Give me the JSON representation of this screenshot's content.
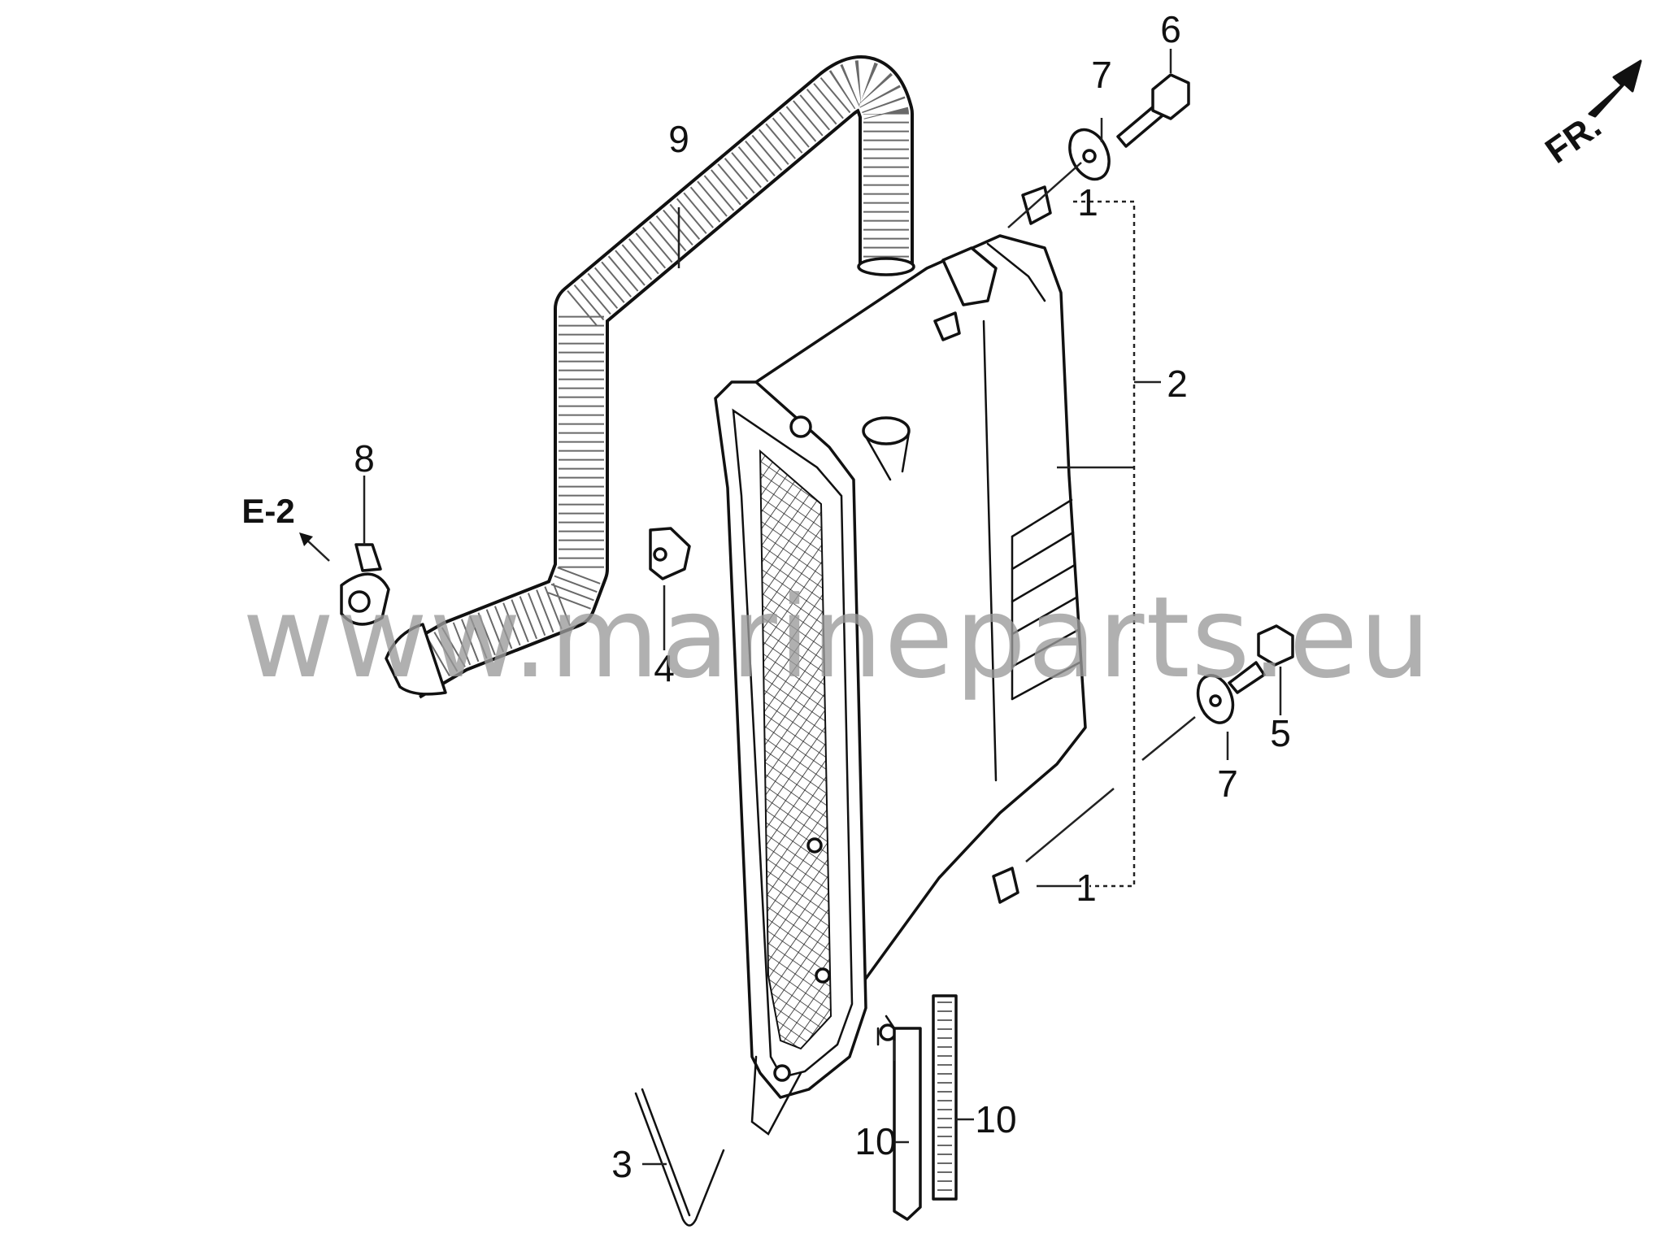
{
  "diagram": {
    "callouts": {
      "p1_top": "1",
      "p1_bottom": "1",
      "p2": "2",
      "p3": "3",
      "p4": "4",
      "p5": "5",
      "p6": "6",
      "p7_top": "7",
      "p7_bottom": "7",
      "p8": "8",
      "p9": "9",
      "p10_left": "10",
      "p10_right": "10"
    },
    "ref_label": "E-2",
    "front_label": "FR.",
    "watermark": "www.marineparts.eu"
  }
}
